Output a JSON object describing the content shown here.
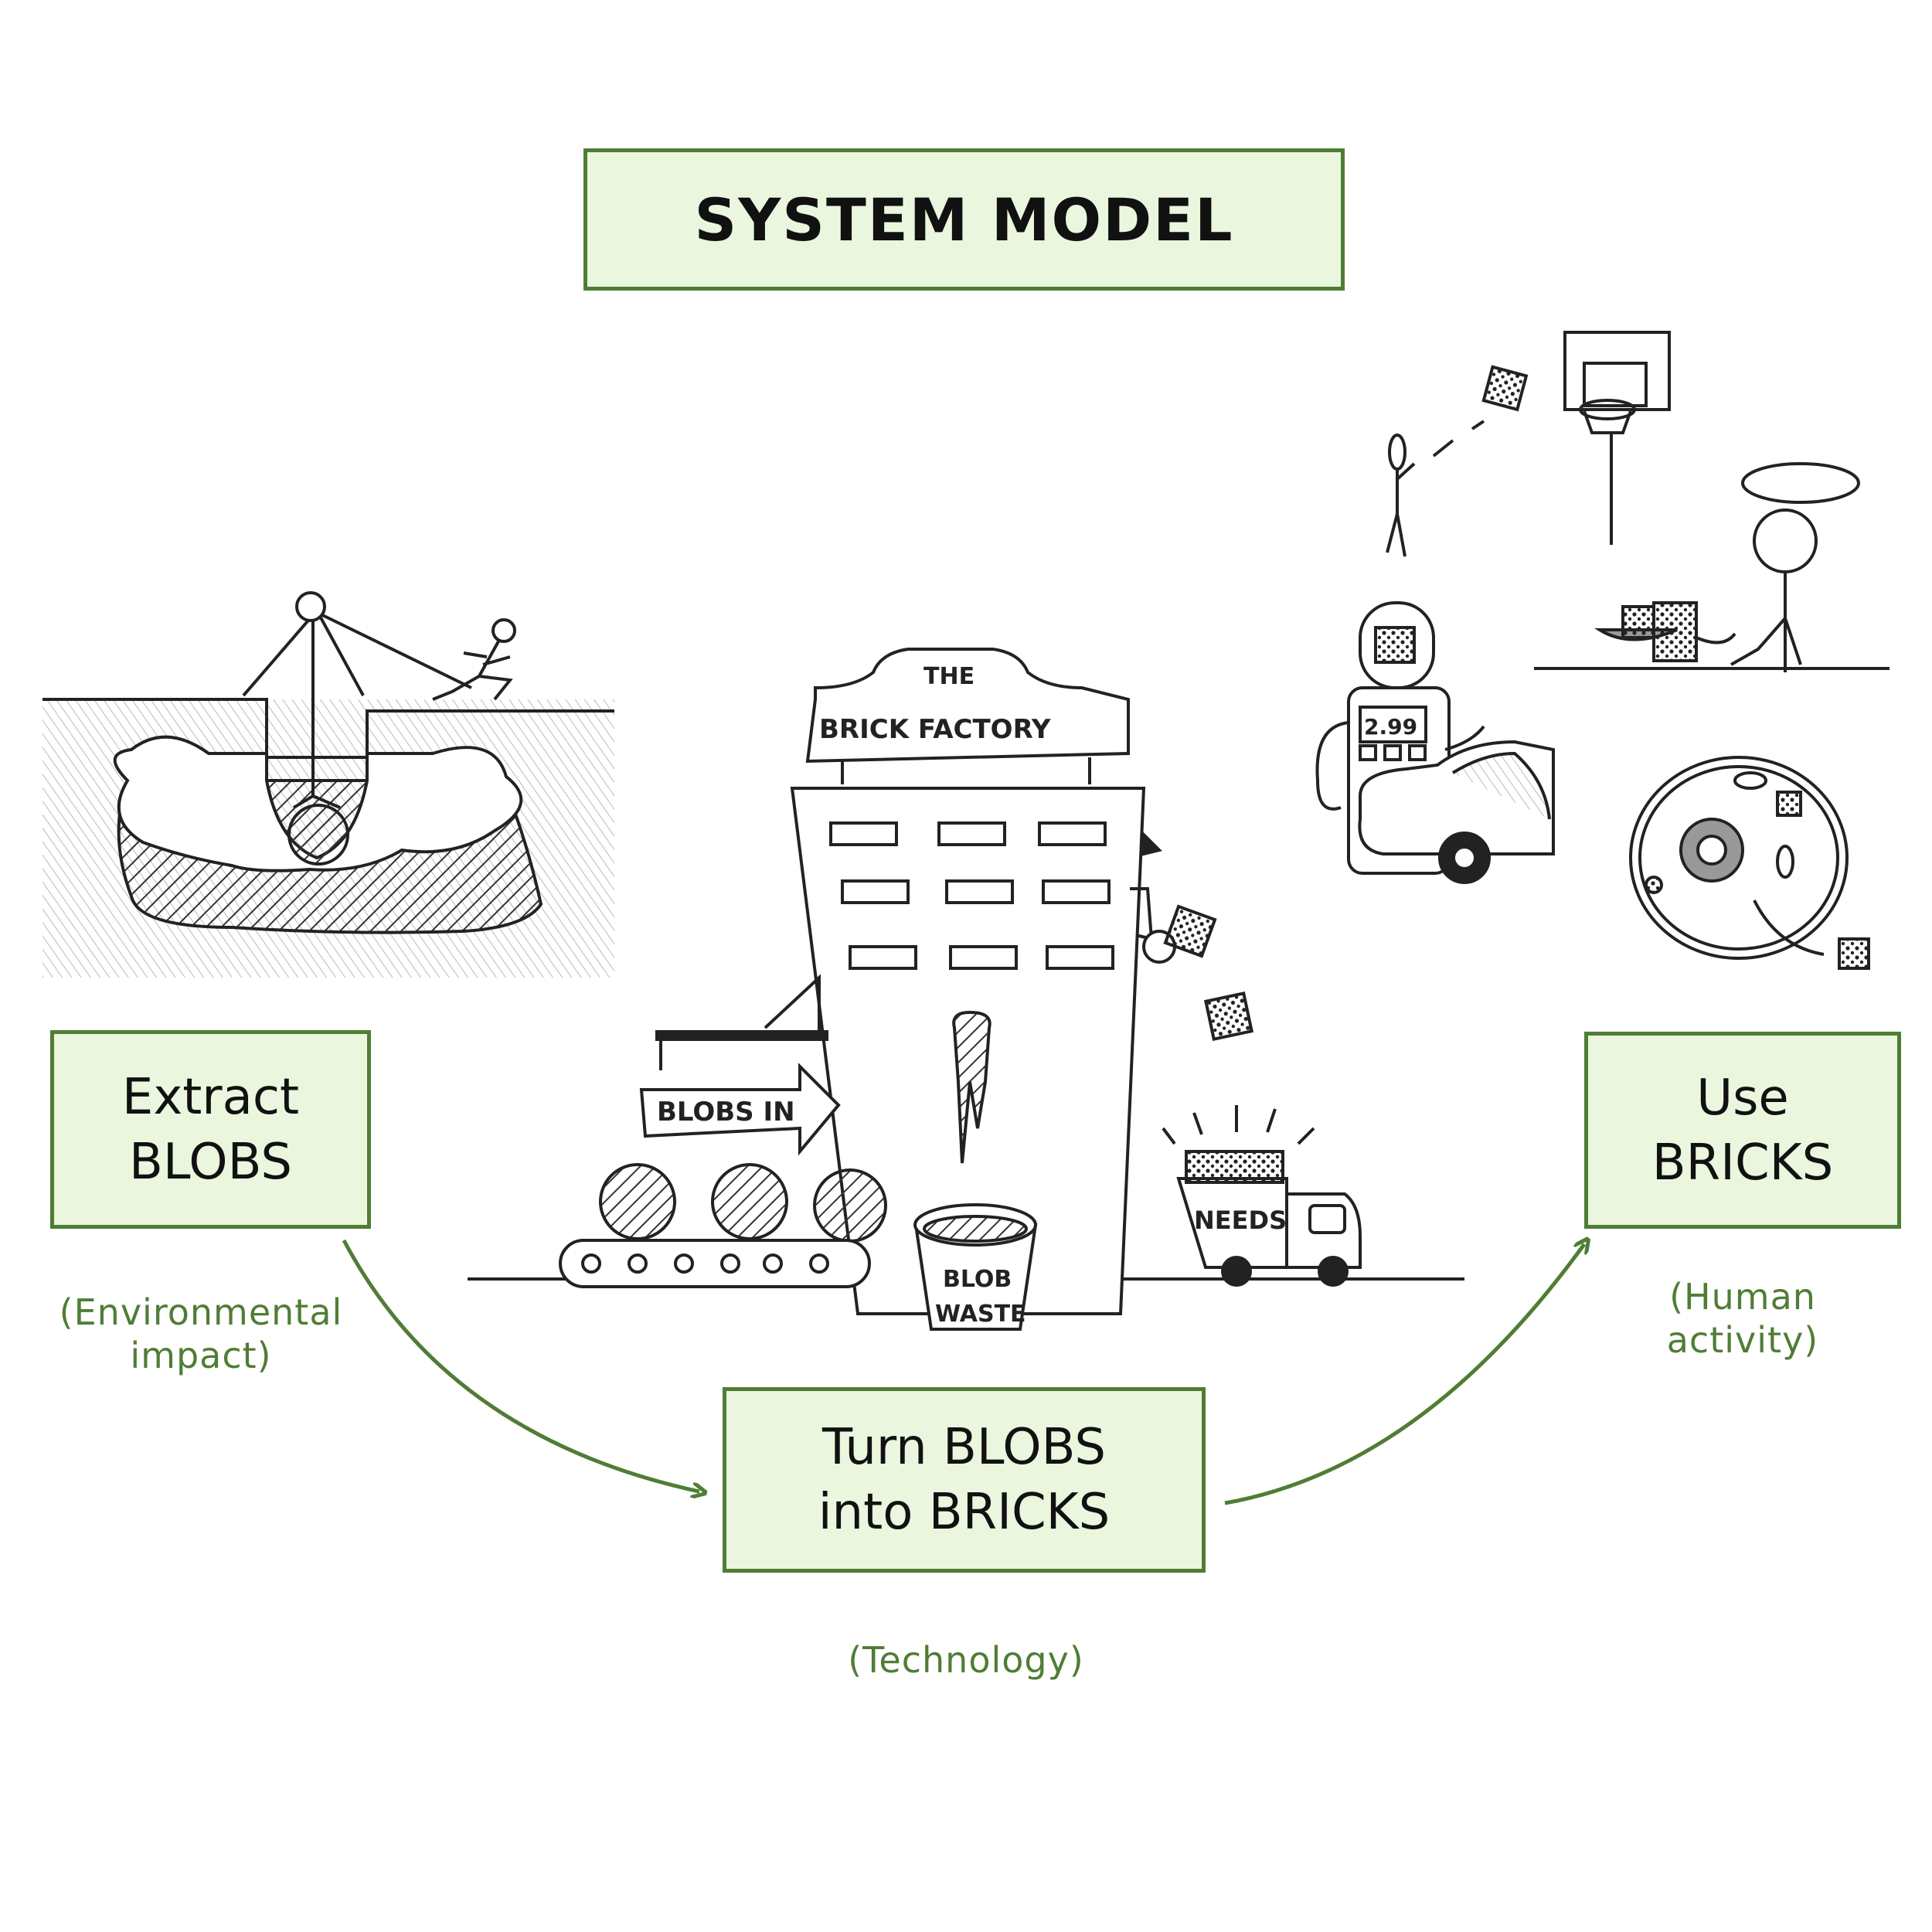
{
  "title": "SYSTEM MODEL",
  "stages": {
    "extract": {
      "line1": "Extract",
      "line2": "BLOBS",
      "note1": "(Environmental",
      "note2": "impact)"
    },
    "turn": {
      "line1": "Turn BLOBS",
      "line2": "into BRICKS",
      "note": "(Technology)"
    },
    "use": {
      "line1": "Use",
      "line2": "BRICKS",
      "note1": "(Human",
      "note2": "activity)"
    }
  },
  "sketch_labels": {
    "factory_top": "THE",
    "factory_name": "BRICK FACTORY",
    "blobs_in": "BLOBS IN",
    "waste_line1": "BLOB",
    "waste_line2": "WASTE",
    "truck": "NEEDS",
    "pump_price": "2.99"
  },
  "colors": {
    "box_fill": "#eaf7de",
    "box_border": "#4f7d35",
    "note_text": "#4f7d35",
    "ink": "#222222"
  }
}
